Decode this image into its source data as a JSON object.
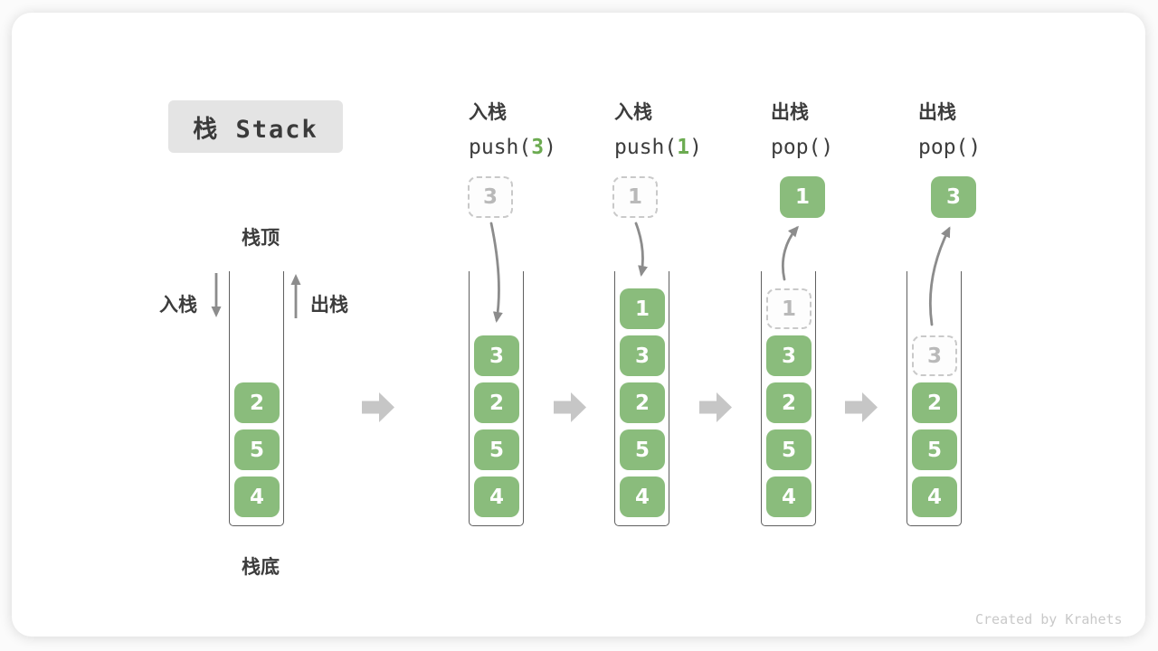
{
  "title": "栈 Stack",
  "labels": {
    "stack_top": "栈顶",
    "stack_bottom": "栈底",
    "push_side": "入栈",
    "pop_side": "出栈"
  },
  "watermark": "Created by Krahets",
  "colors": {
    "item_green": "#8abc7c",
    "code_arg_green": "#6cab51",
    "flow_arrow_gray": "#8c8c8c",
    "step_arrow_gray": "#c6c6c6",
    "title_badge_bg": "#e4e4e4",
    "text_dark": "#3c3c3c",
    "ghost_border": "#c9c9c9",
    "ghost_text": "#b9b9b9"
  },
  "columns": [
    {
      "items": [
        "2",
        "5",
        "4"
      ]
    },
    {
      "op": "入栈",
      "code_before": "push(",
      "code_arg": "3",
      "code_after": ")",
      "floating_value": "3",
      "items": [
        "3",
        "2",
        "5",
        "4"
      ]
    },
    {
      "op": "入栈",
      "code_before": "push(",
      "code_arg": "1",
      "code_after": ")",
      "floating_value": "1",
      "items": [
        "1",
        "3",
        "2",
        "5",
        "4"
      ]
    },
    {
      "op": "出栈",
      "code_before": "pop(",
      "code_arg": "",
      "code_after": ")",
      "floating_value": "1",
      "ghost_value": "1",
      "items": [
        "3",
        "2",
        "5",
        "4"
      ]
    },
    {
      "op": "出栈",
      "code_before": "pop(",
      "code_arg": "",
      "code_after": ")",
      "floating_value": "3",
      "ghost_value": "3",
      "items": [
        "2",
        "5",
        "4"
      ]
    }
  ]
}
